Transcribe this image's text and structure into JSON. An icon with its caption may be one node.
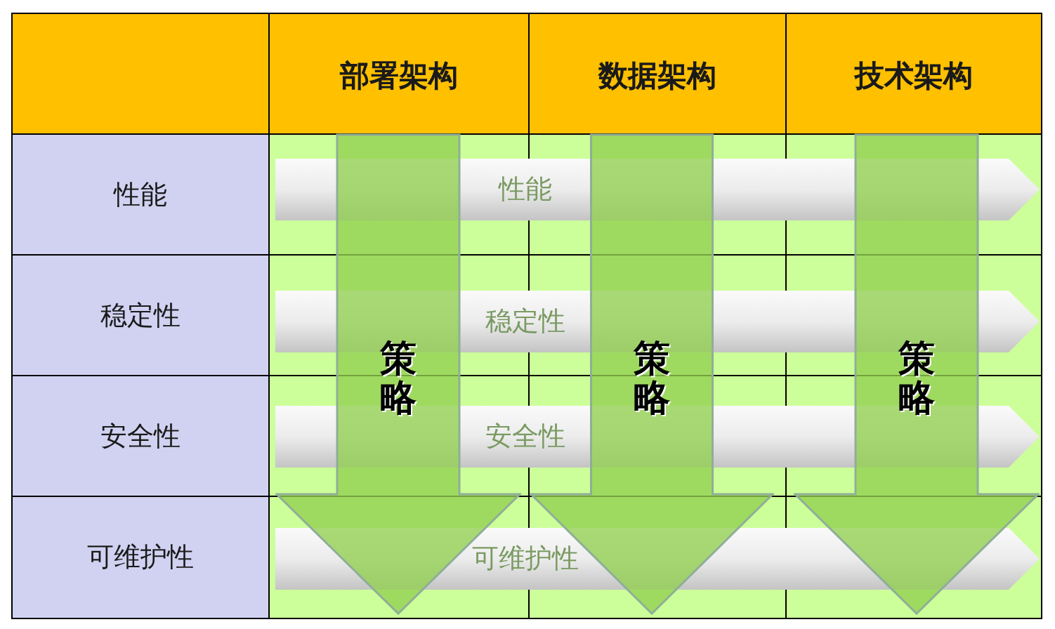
{
  "diagram": {
    "nodes": [
      {
        "text": [
          "性能"
        ]
      },
      {
        "text": [
          "稳定性"
        ]
      },
      {
        "text": [
          "安全性"
        ]
      },
      {
        "text": [
          "可维护性"
        ]
      },
      {
        "text": [
          "策略"
        ]
      },
      {
        "text": [
          "策略"
        ]
      },
      {
        "text": [
          "策略"
        ]
      }
    ],
    "labels": [
      "部署架构",
      "数据架构",
      "技术架构",
      "性能",
      "稳定性",
      "安全性",
      "可维护性"
    ]
  }
}
